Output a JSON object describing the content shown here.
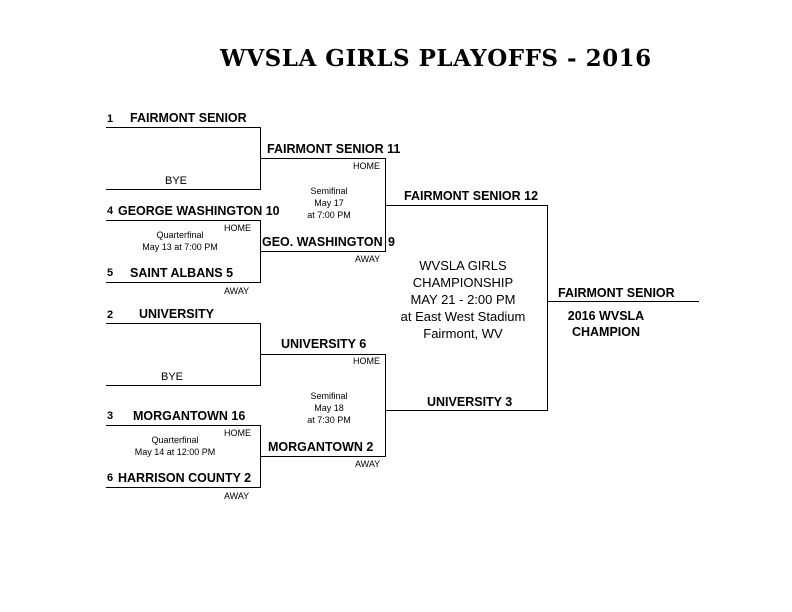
{
  "title": "WVSLA GIRLS PLAYOFFS - 2016",
  "round1": {
    "seed1": "1",
    "team1": "FAIRMONT SENIOR",
    "bye1": "BYE",
    "seed4": "4",
    "team4": "GEORGE WASHINGTON 10",
    "qf1_home": "HOME",
    "qf1_label": "Quarterfinal",
    "qf1_date": "May 13 at 7:00 PM",
    "seed5": "5",
    "team5": "SAINT ALBANS  5",
    "qf1_away": "AWAY",
    "seed2": "2",
    "team2": "UNIVERSITY",
    "bye2": "BYE",
    "seed3": "3",
    "team3": "MORGANTOWN  16",
    "qf2_home": "HOME",
    "qf2_label": "Quarterfinal",
    "qf2_date": "May 14 at 12:00 PM",
    "seed6": "6",
    "team6": "HARRISON COUNTY  2",
    "qf2_away": "AWAY"
  },
  "semis": {
    "sf1_home_team": "FAIRMONT SENIOR  11",
    "sf1_home": "HOME",
    "sf1_label": "Semifinal",
    "sf1_date": "May 17",
    "sf1_time": "at 7:00 PM",
    "sf1_away_team": "GEO. WASHINGTON",
    "sf1_away_score": "9",
    "sf1_away": "AWAY",
    "sf2_home_team": "UNIVERSITY  6",
    "sf2_home": "HOME",
    "sf2_label": "Semifinal",
    "sf2_date": "May 18",
    "sf2_time": "at 7:30 PM",
    "sf2_away_team": "MORGANTOWN  2",
    "sf2_away": "AWAY"
  },
  "final": {
    "team_top": "FAIRMONT SENIOR  12",
    "team_bottom": "UNIVERSITY  3",
    "info_line1": "WVSLA GIRLS",
    "info_line2": "CHAMPIONSHIP",
    "info_line3": "MAY 21 - 2:00 PM",
    "info_line4": "at East West Stadium",
    "info_line5": "Fairmont, WV"
  },
  "champion": {
    "team": "FAIRMONT SENIOR",
    "line1": "2016 WVSLA",
    "line2": "CHAMPION"
  }
}
